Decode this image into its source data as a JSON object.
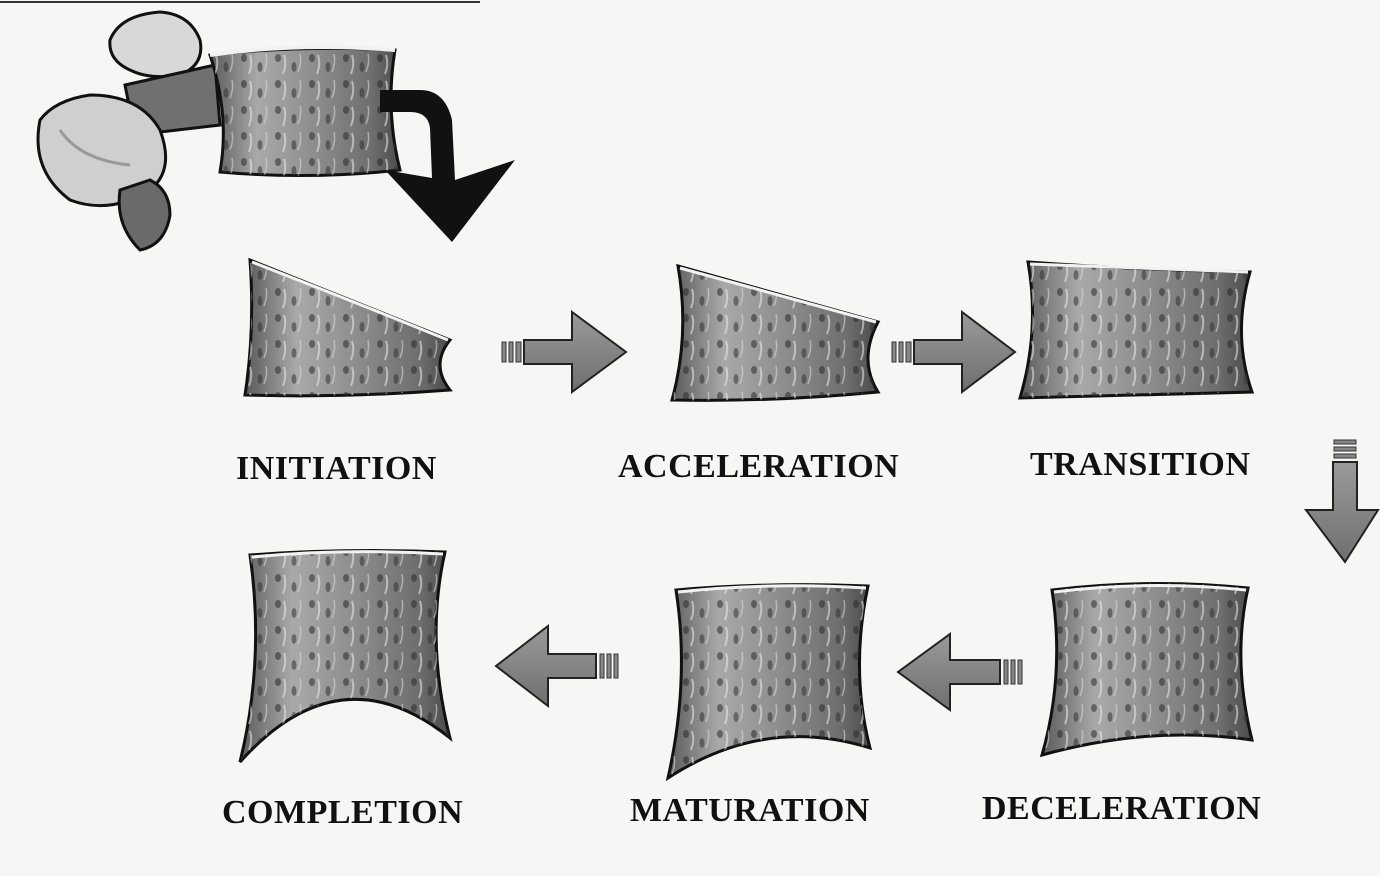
{
  "stages": [
    {
      "id": "initiation",
      "label": "INITIATION"
    },
    {
      "id": "acceleration",
      "label": "ACCELERATION"
    },
    {
      "id": "transition",
      "label": "TRANSITION"
    },
    {
      "id": "deceleration",
      "label": "DECELERATION"
    },
    {
      "id": "maturation",
      "label": "MATURATION"
    },
    {
      "id": "completion",
      "label": "COMPLETION"
    }
  ]
}
